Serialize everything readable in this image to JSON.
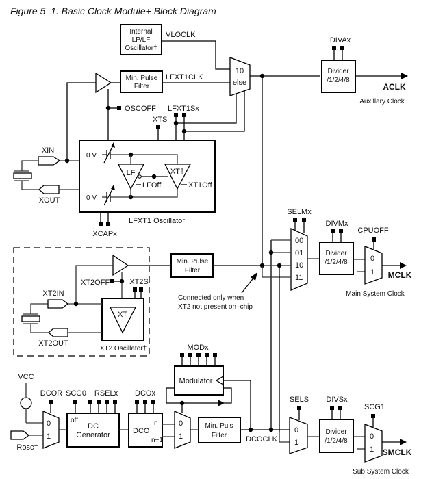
{
  "title": "Figure 5–1. Basic Clock Module+ Block Diagram",
  "blocks": {
    "internal_osc": [
      "Internal",
      "LP/LF",
      "Oscillator†"
    ],
    "min_pulse_1": [
      "Min. Pulse",
      "Filter"
    ],
    "min_pulse_2": [
      "Min. Pulse",
      "Filter"
    ],
    "min_pulse_3": [
      "Min. Puls",
      "Filter"
    ],
    "divider_a": [
      "Divider",
      "/1/2/4/8"
    ],
    "divider_m": [
      "Divider",
      "/1/2/4/8"
    ],
    "divider_s": [
      "Divider",
      "/1/2/4/8"
    ],
    "lfxt1": "LFXT1 Oscillator",
    "xt2": "XT2 Oscillator†",
    "modulator": "Modulator",
    "dc_generator": [
      "DC",
      "Generator"
    ],
    "dc_off": "off",
    "dco": "DCO",
    "dco_n": "n",
    "dco_n1": "n+1"
  },
  "signals": {
    "vloclk": "VLOCLK",
    "lfxt1clk": "LFXT1CLK",
    "oscoff": "OSCOFF",
    "lfxt1sx": "LFXT1Sx",
    "xts": "XTS",
    "xin": "XIN",
    "xout": "XOUT",
    "zero_v_top": "0 V",
    "zero_v_bottom": "0 V",
    "lf": "LF",
    "xt1": "XT†",
    "lfoff": "LFOff",
    "xt1off": "XT1Off",
    "xcapx": "XCAPx",
    "divax": "DIVAx",
    "aclk": "ACLK",
    "aclk_desc": "Auxillary Clock",
    "selmx": "SELMx",
    "divmx": "DIVMx",
    "cpuoff": "CPUOFF",
    "mclk": "MCLK",
    "mclk_desc": "Main System Clock",
    "xt2in": "XT2IN",
    "xt2out": "XT2OUT",
    "xt2off": "XT2OFF",
    "xt2s": "XT2S",
    "xt": "XT",
    "note": [
      "Connected only when",
      "XT2 not present on–chip"
    ],
    "modx": "MODx",
    "vcc": "VCC",
    "dcor": "DCOR",
    "scg0": "SCG0",
    "rselx": "RSELx",
    "dcox": "DCOx",
    "rosc": "Rosc†",
    "dcoclk": "DCOCLK",
    "sels": "SELS",
    "divsx": "DIVSx",
    "scg1": "SCG1",
    "smclk": "SMCLK",
    "smclk_desc": "Sub System Clock"
  },
  "mux_labels": {
    "aclk_mux": [
      "10",
      "else"
    ],
    "selm_mux": [
      "00",
      "01",
      "10",
      "11"
    ],
    "cpuoff_mux": [
      "0",
      "1"
    ],
    "dcor_mux": [
      "0",
      "1"
    ],
    "dco_mux": [
      "0",
      "1"
    ],
    "sels_mux": [
      "0",
      "1"
    ],
    "scg1_mux": [
      "0",
      "1"
    ]
  }
}
